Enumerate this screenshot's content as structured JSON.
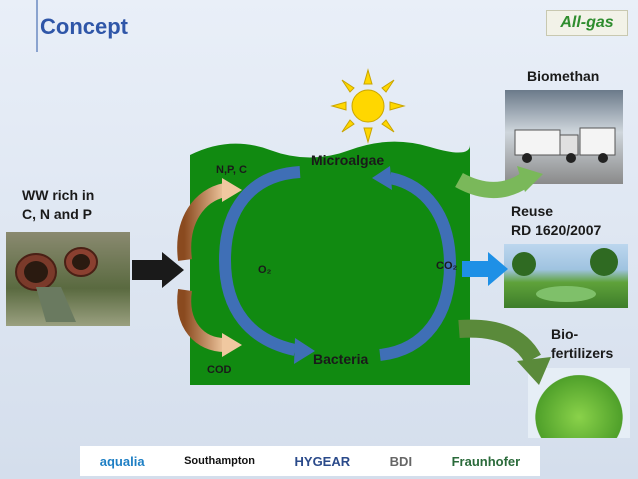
{
  "header": {
    "title": "Concept",
    "logo_text": "All-gas"
  },
  "input": {
    "label_line1": "WW rich in",
    "label_line2": "C, N and P"
  },
  "pond": {
    "top_label": "Microalgae",
    "bottom_label": "Bacteria",
    "nutrients_label": "N,P, C",
    "cod_label": "COD",
    "o2_label": "O₂",
    "co2_label": "CO₂"
  },
  "outputs": {
    "biomethane": "Biomethan",
    "reuse_line1": "Reuse",
    "reuse_line2": "RD 1620/2007",
    "bio_line1": "Bio-",
    "bio_line2": "fertilizers"
  },
  "sponsors": [
    "aqualia",
    "Southampton",
    "HYGEAR",
    "BDI",
    "Fraunhofer"
  ],
  "colors": {
    "pond": "#118a11",
    "title": "#2f56a8",
    "cycle_arrow": "#3f6fb6",
    "sun": "#ffd700"
  }
}
